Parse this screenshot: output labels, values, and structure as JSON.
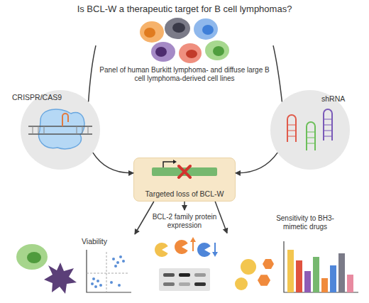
{
  "diagram": {
    "title": "Is BCL-W a therapeutic target for B cell lymphomas?",
    "nodes": [
      {
        "text": [
          "Panel of human Burkitt lymphoma- and diffuse large B cell lymphoma-derived cell lines"
        ]
      },
      {
        "text": [
          "CRISPR/CAS9"
        ]
      },
      {
        "text": [
          "shRNA"
        ]
      },
      {
        "text": [
          "Targeted loss of BCL-W"
        ]
      },
      {
        "text": [
          "Viability"
        ]
      },
      {
        "text": [
          "BCL-2 family protein expression"
        ]
      },
      {
        "text": [
          "Sensitivity to BH3-mimetic drugs"
        ]
      }
    ],
    "edges": [
      {
        "from": 0,
        "to": 1,
        "arrow": "none"
      },
      {
        "from": 1,
        "to": 3,
        "arrow": "to"
      },
      {
        "from": 0,
        "to": 2,
        "arrow": "none"
      },
      {
        "from": 2,
        "to": 3,
        "arrow": "to"
      },
      {
        "from": 3,
        "to": 4,
        "arrow": "to"
      },
      {
        "from": 3,
        "to": 5,
        "arrow": "to"
      },
      {
        "from": 3,
        "to": 6,
        "arrow": "to"
      }
    ]
  }
}
